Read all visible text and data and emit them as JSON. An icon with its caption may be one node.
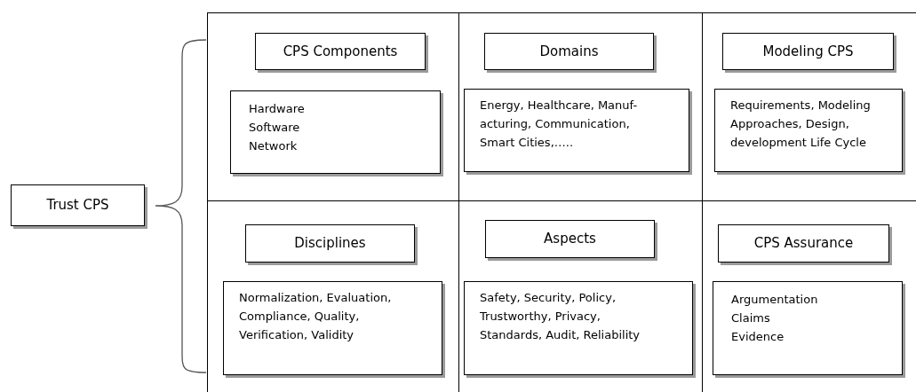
{
  "diagram": {
    "nodes": [
      {
        "text": [
          "Trust CPS"
        ]
      },
      {
        "text": [],
        "shape": "box"
      },
      {
        "text": [
          "CPS Components"
        ],
        "in": 1
      },
      {
        "text": [
          "Hardware",
          "Software",
          "Network"
        ],
        "in": 1
      },
      {
        "text": [
          "Domains"
        ],
        "in": 1
      },
      {
        "text": [
          "Energy, Healthcare, Manuf- acturing, Communication, Smart Cities,….."
        ],
        "in": 1
      },
      {
        "text": [
          "Modeling CPS"
        ],
        "in": 1
      },
      {
        "text": [
          "Requirements, Modeling Approaches, Design, development Life Cycle"
        ],
        "in": 1
      },
      {
        "text": [
          "Disciplines"
        ],
        "in": 1
      },
      {
        "text": [
          "Normalization, Evaluation, Compliance, Quality, Verification, Validity"
        ],
        "in": 1
      },
      {
        "text": [
          "Aspects"
        ],
        "in": 1
      },
      {
        "text": [
          "Safety, Security, Policy, Trustworthy, Privacy, Standards,  Audit, Reliability"
        ],
        "in": 1
      },
      {
        "text": [
          "CPS Assurance"
        ],
        "in": 1
      },
      {
        "text": [
          "Argumentation",
          "Claims",
          "Evidence"
        ],
        "in": 1
      }
    ]
  }
}
